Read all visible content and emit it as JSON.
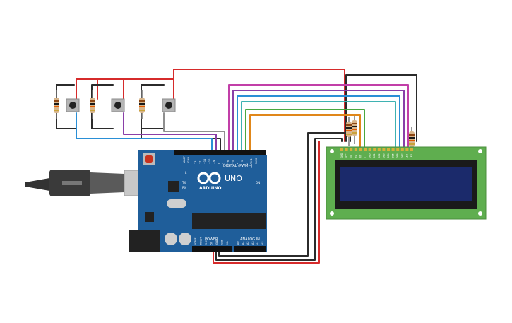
{
  "arduino": {
    "brand": "ARDUINO",
    "model": "UNO",
    "digital_label": "DIGITAL (PWM~)",
    "power_label": "POWER",
    "analog_label": "ANALOG IN",
    "on_label": "ON",
    "l_label": "L",
    "tx_label": "TX",
    "rx_label": "RX",
    "aref_label": "AREF",
    "gnd_label": "GND",
    "digital_pins": [
      "13",
      "12",
      "~11",
      "~10",
      "~9",
      "8",
      "7",
      "~6",
      "~5",
      "4",
      "~3",
      "2",
      "TX 1",
      "RX 0"
    ],
    "power_pins": [
      "IOREF",
      "RESET",
      "3.3V",
      "5V",
      "GND",
      "GND",
      "Vin"
    ],
    "analog_pins": [
      "A0",
      "A1",
      "A2",
      "A3",
      "A4",
      "A5"
    ]
  },
  "lcd": {
    "pins": [
      "GND",
      "VCC",
      "V0",
      "RS",
      "RW",
      "E",
      "DB0",
      "DB1",
      "DB2",
      "DB3",
      "DB4",
      "DB5",
      "DB6",
      "DB7",
      "LED",
      "LED"
    ]
  },
  "colors": {
    "board": "#1f5e9a",
    "board_dark": "#174a7a",
    "pcb_green": "#5fae4f",
    "lcd_screen": "#1b2a6b",
    "wire_red": "#d62b2b",
    "wire_black": "#2b2b2b",
    "wire_blue": "#2a8fd6",
    "wire_purple": "#8a3fa8",
    "wire_magenta": "#c23fa8",
    "wire_green": "#49a83f",
    "wire_orange": "#e0871a",
    "wire_teal": "#3fb2b2",
    "wire_gray": "#8f8f8f"
  }
}
